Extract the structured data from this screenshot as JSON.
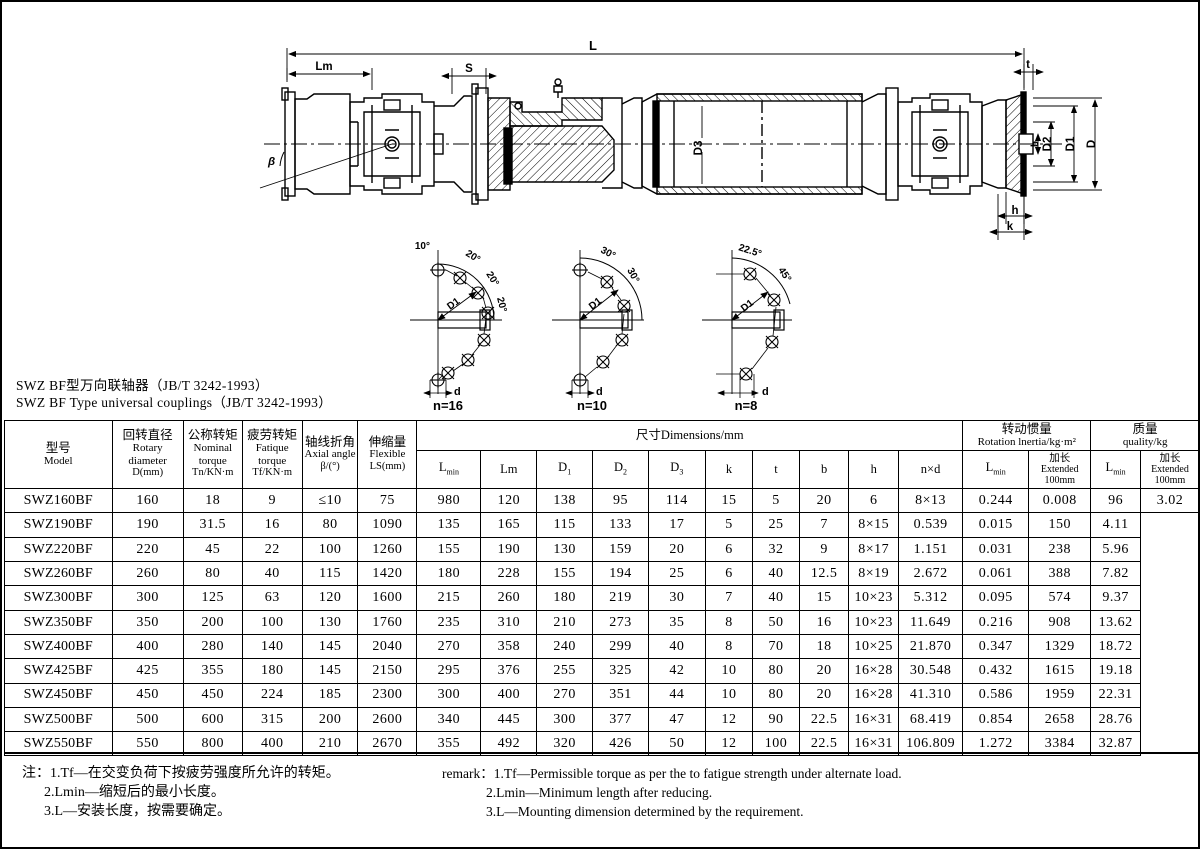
{
  "title_block": {
    "line_cn": "SWZ BF型万向联轴器（JB/T 3242-1993）",
    "line_en": "SWZ BF Type universal couplings（JB/T 3242-1993）"
  },
  "drawing": {
    "main_view_labels": {
      "overall_length": "L",
      "lm": "Lm",
      "s": "S",
      "beta": "β",
      "d3": "D3",
      "t": "t",
      "b": "b",
      "d2": "D2",
      "d1": "D1",
      "d": "D",
      "h": "h",
      "k": "k"
    },
    "bolt_patterns": [
      {
        "name": "pattern-n16",
        "count_label": "n=16",
        "angles": [
          "10°",
          "20°",
          "20°",
          "20°"
        ],
        "pitch_label": "D1",
        "hole_label": "d"
      },
      {
        "name": "pattern-n10",
        "count_label": "n=10",
        "angles": [
          "30°",
          "30°"
        ],
        "pitch_label": "D1",
        "hole_label": "d"
      },
      {
        "name": "pattern-n8",
        "count_label": "n=8",
        "angles": [
          "22.5°",
          "45°"
        ],
        "pitch_label": "D1",
        "hole_label": "d"
      }
    ]
  },
  "table": {
    "group_headers": {
      "dimensions": "尺寸Dimensions/mm",
      "inertia_cn": "转动惯量",
      "inertia_en": "Rotation lnertia/kg·m²",
      "quality_cn": "质量",
      "quality_en": "quality/kg"
    },
    "columns": [
      {
        "key": "model",
        "cn": "型号",
        "en": "Model",
        "en2": "",
        "unit": ""
      },
      {
        "key": "d",
        "cn": "回转直径",
        "en": "Rotary",
        "en2": "diameter",
        "unit": "D(mm)"
      },
      {
        "key": "tn",
        "cn": "公称转矩",
        "en": "Nominal",
        "en2": "torque",
        "unit": "Tn/KN·m"
      },
      {
        "key": "tf",
        "cn": "疲劳转矩",
        "en": "Fatique",
        "en2": "torque",
        "unit": "Tf/KN·m"
      },
      {
        "key": "beta",
        "cn": "轴线折角",
        "en": "Axial angle",
        "en2": "",
        "unit": "β/(°)"
      },
      {
        "key": "ls",
        "cn": "伸缩量",
        "en": "Flexible",
        "en2": "",
        "unit": "LS(mm)"
      }
    ],
    "dim_columns": [
      "Lmin",
      "Lm",
      "D1",
      "D2",
      "D3",
      "k",
      "t",
      "b",
      "h",
      "n×d"
    ],
    "inertia_columns": [
      {
        "main": "Lmin",
        "cn": "",
        "en": "",
        "unit": ""
      },
      {
        "main": "",
        "cn": "加长",
        "en": "Extended",
        "unit": "100mm"
      }
    ],
    "quality_columns": [
      {
        "main": "Lmin",
        "cn": "",
        "en": "",
        "unit": ""
      },
      {
        "main": "",
        "cn": "加长",
        "en": "Extended",
        "unit": "100mm"
      }
    ],
    "axial_angle_value": "≤10",
    "rows": [
      {
        "model": "SWZ160BF",
        "d": "160",
        "tn": "18",
        "tf": "9",
        "ls": "75",
        "Lmin": "980",
        "Lm": "120",
        "D1": "138",
        "D2": "95",
        "D3": "114",
        "k": "15",
        "t": "5",
        "b": "20",
        "h": "6",
        "nd": "8×13",
        "inertia_min": "0.244",
        "inertia_ext": "0.008",
        "mass_min": "96",
        "mass_ext": "3.02"
      },
      {
        "model": "SWZ190BF",
        "d": "190",
        "tn": "31.5",
        "tf": "16",
        "ls": "80",
        "Lmin": "1090",
        "Lm": "135",
        "D1": "165",
        "D2": "115",
        "D3": "133",
        "k": "17",
        "t": "5",
        "b": "25",
        "h": "7",
        "nd": "8×15",
        "inertia_min": "0.539",
        "inertia_ext": "0.015",
        "mass_min": "150",
        "mass_ext": "4.11"
      },
      {
        "model": "SWZ220BF",
        "d": "220",
        "tn": "45",
        "tf": "22",
        "ls": "100",
        "Lmin": "1260",
        "Lm": "155",
        "D1": "190",
        "D2": "130",
        "D3": "159",
        "k": "20",
        "t": "6",
        "b": "32",
        "h": "9",
        "nd": "8×17",
        "inertia_min": "1.151",
        "inertia_ext": "0.031",
        "mass_min": "238",
        "mass_ext": "5.96"
      },
      {
        "model": "SWZ260BF",
        "d": "260",
        "tn": "80",
        "tf": "40",
        "ls": "115",
        "Lmin": "1420",
        "Lm": "180",
        "D1": "228",
        "D2": "155",
        "D3": "194",
        "k": "25",
        "t": "6",
        "b": "40",
        "h": "12.5",
        "nd": "8×19",
        "inertia_min": "2.672",
        "inertia_ext": "0.061",
        "mass_min": "388",
        "mass_ext": "7.82"
      },
      {
        "model": "SWZ300BF",
        "d": "300",
        "tn": "125",
        "tf": "63",
        "ls": "120",
        "Lmin": "1600",
        "Lm": "215",
        "D1": "260",
        "D2": "180",
        "D3": "219",
        "k": "30",
        "t": "7",
        "b": "40",
        "h": "15",
        "nd": "10×23",
        "inertia_min": "5.312",
        "inertia_ext": "0.095",
        "mass_min": "574",
        "mass_ext": "9.37"
      },
      {
        "model": "SWZ350BF",
        "d": "350",
        "tn": "200",
        "tf": "100",
        "ls": "130",
        "Lmin": "1760",
        "Lm": "235",
        "D1": "310",
        "D2": "210",
        "D3": "273",
        "k": "35",
        "t": "8",
        "b": "50",
        "h": "16",
        "nd": "10×23",
        "inertia_min": "11.649",
        "inertia_ext": "0.216",
        "mass_min": "908",
        "mass_ext": "13.62"
      },
      {
        "model": "SWZ400BF",
        "d": "400",
        "tn": "280",
        "tf": "140",
        "ls": "145",
        "Lmin": "2040",
        "Lm": "270",
        "D1": "358",
        "D2": "240",
        "D3": "299",
        "k": "40",
        "t": "8",
        "b": "70",
        "h": "18",
        "nd": "10×25",
        "inertia_min": "21.870",
        "inertia_ext": "0.347",
        "mass_min": "1329",
        "mass_ext": "18.72"
      },
      {
        "model": "SWZ425BF",
        "d": "425",
        "tn": "355",
        "tf": "180",
        "ls": "145",
        "Lmin": "2150",
        "Lm": "295",
        "D1": "376",
        "D2": "255",
        "D3": "325",
        "k": "42",
        "t": "10",
        "b": "80",
        "h": "20",
        "nd": "16×28",
        "inertia_min": "30.548",
        "inertia_ext": "0.432",
        "mass_min": "1615",
        "mass_ext": "19.18"
      },
      {
        "model": "SWZ450BF",
        "d": "450",
        "tn": "450",
        "tf": "224",
        "ls": "185",
        "Lmin": "2300",
        "Lm": "300",
        "D1": "400",
        "D2": "270",
        "D3": "351",
        "k": "44",
        "t": "10",
        "b": "80",
        "h": "20",
        "nd": "16×28",
        "inertia_min": "41.310",
        "inertia_ext": "0.586",
        "mass_min": "1959",
        "mass_ext": "22.31"
      },
      {
        "model": "SWZ500BF",
        "d": "500",
        "tn": "600",
        "tf": "315",
        "ls": "200",
        "Lmin": "2600",
        "Lm": "340",
        "D1": "445",
        "D2": "300",
        "D3": "377",
        "k": "47",
        "t": "12",
        "b": "90",
        "h": "22.5",
        "nd": "16×31",
        "inertia_min": "68.419",
        "inertia_ext": "0.854",
        "mass_min": "2658",
        "mass_ext": "28.76"
      },
      {
        "model": "SWZ550BF",
        "d": "550",
        "tn": "800",
        "tf": "400",
        "ls": "210",
        "Lmin": "2670",
        "Lm": "355",
        "D1": "492",
        "D2": "320",
        "D3": "426",
        "k": "50",
        "t": "12",
        "b": "100",
        "h": "22.5",
        "nd": "16×31",
        "inertia_min": "106.809",
        "inertia_ext": "1.272",
        "mass_min": "3384",
        "mass_ext": "32.87"
      }
    ]
  },
  "notes": {
    "cn_label": "注：",
    "cn": [
      "1.Tf—在交变负荷下按疲劳强度所允许的转矩。",
      "2.Lmin—缩短后的最小长度。",
      "3.L—安装长度，按需要确定。"
    ],
    "en_label": "remark：",
    "en": [
      "1.Tf—Permissible torque as per the to fatigue strength under alternate load.",
      "2.Lmin—Minimum length after reducing.",
      "3.L—Mounting dimension determined by the requirement."
    ]
  }
}
